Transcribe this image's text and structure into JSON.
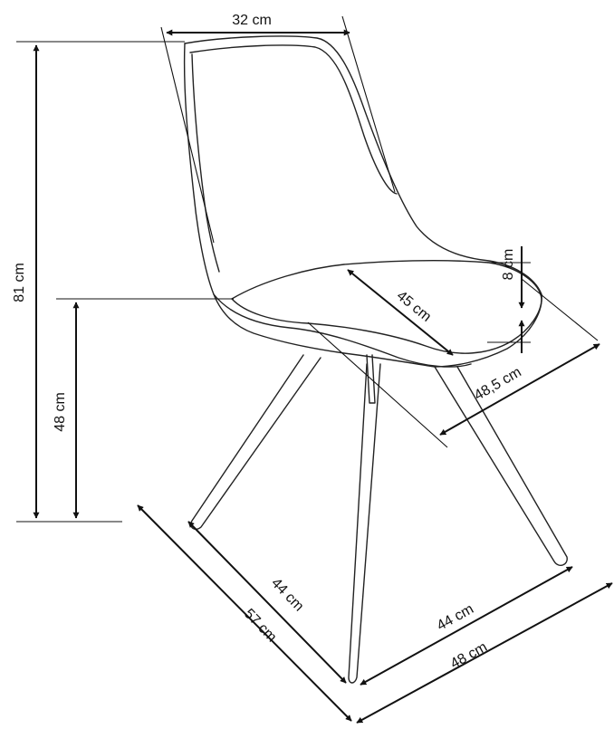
{
  "dimensions": {
    "back_width": "32 cm",
    "total_height": "81 cm",
    "seat_height": "48 cm",
    "seat_depth": "45 cm",
    "seat_thickness": "8 cm",
    "seat_width": "48,5 cm",
    "leg_depth_inner": "44 cm",
    "leg_depth_outer": "57 cm",
    "leg_width_inner": "44 cm",
    "leg_width_outer": "48 cm"
  }
}
